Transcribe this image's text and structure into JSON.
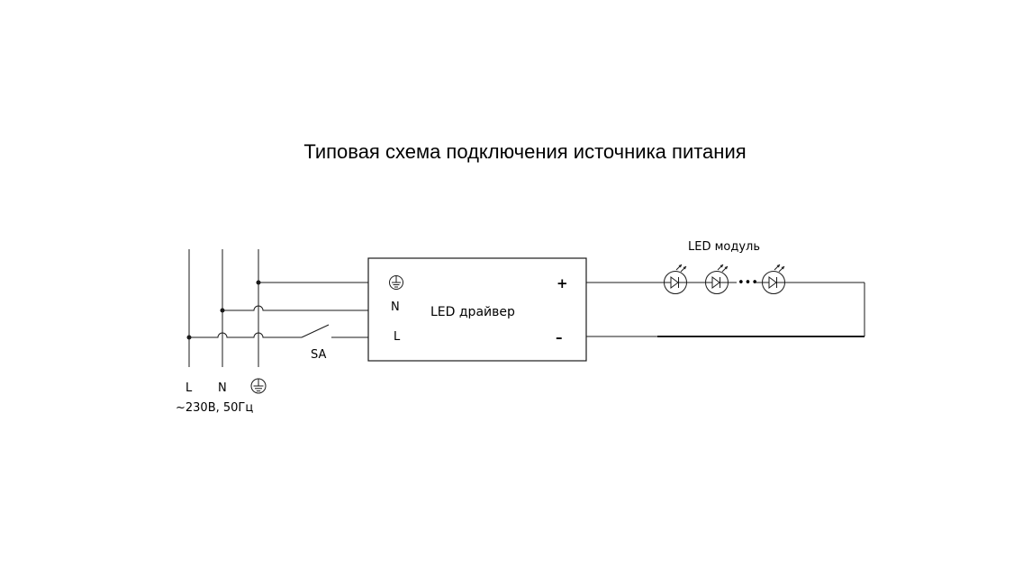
{
  "title": "Типовая схема подключения источника питания",
  "driver": {
    "label": "LED драйвер",
    "terminal_n": "N",
    "terminal_l": "L",
    "plus": "+",
    "minus": "–"
  },
  "switch_label": "SA",
  "module_label": "LED модуль",
  "ellipsis": "•••",
  "supply": {
    "label_l": "L",
    "label_n": "N",
    "spec": "~230В, 50Гц"
  },
  "colors": {
    "line": "#1a1a1a",
    "background": "#ffffff"
  },
  "icons": [
    "ground-icon",
    "led-diode-icon"
  ]
}
